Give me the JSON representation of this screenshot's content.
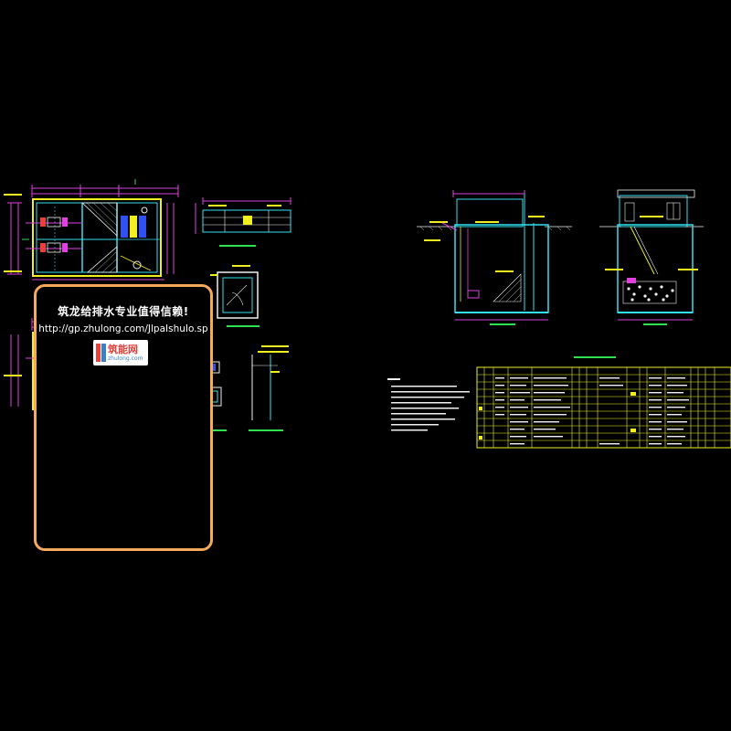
{
  "colors": {
    "background": "#000000",
    "cyan": "#33e0f0",
    "magenta": "#e040e0",
    "yellow": "#f0f020",
    "green": "#30e050",
    "white": "#f0f0f0",
    "blue": "#3050f0",
    "ad_border": "#f5a95c",
    "logo_red": "#e8403a",
    "logo_blue": "#3b7fc4"
  },
  "ad": {
    "title": "筑龙给排水专业值得信赖!",
    "url": "http://gp.zhulong.com/JlpaIshuIo.sp",
    "logo_text": "筑能网",
    "logo_sub": "zhulong.com"
  },
  "views": [
    {
      "name": "lower-plan"
    },
    {
      "name": "upper-plan"
    },
    {
      "name": "section-1-1"
    },
    {
      "name": "section-2-2"
    },
    {
      "name": "cover-plate-detail"
    },
    {
      "name": "small-detail-a"
    },
    {
      "name": "small-detail-b"
    },
    {
      "name": "stair-detail"
    },
    {
      "name": "material-table"
    },
    {
      "name": "notes"
    }
  ]
}
